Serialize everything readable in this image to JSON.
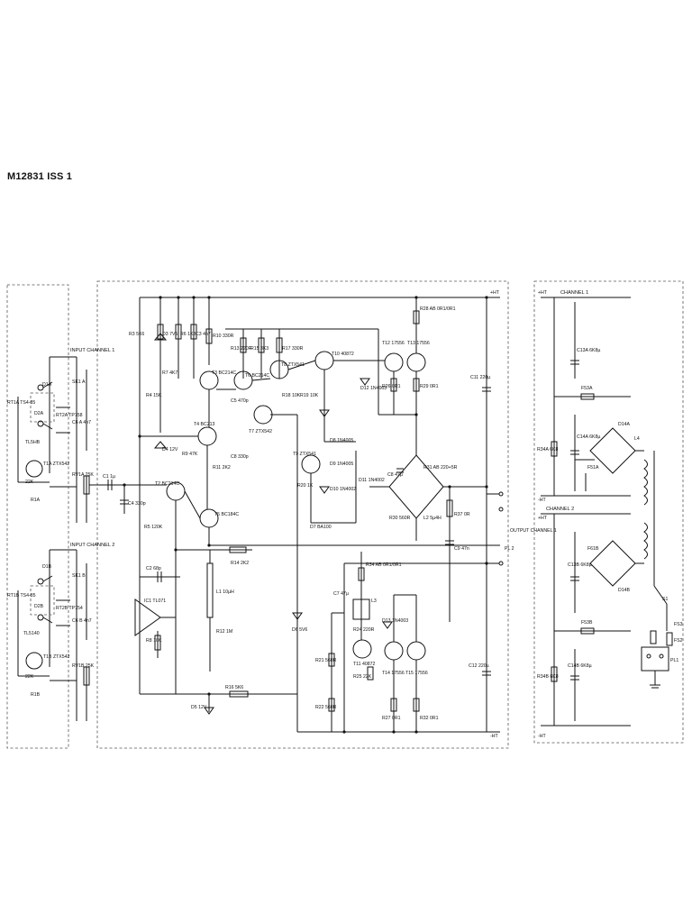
{
  "document": {
    "title": "M12831 ISS 1"
  },
  "rails": {
    "pos": "+HT",
    "neg": "-HT"
  },
  "input_section": {
    "ch1": {
      "heading": "INPUT CHANNEL 1",
      "socket": "SK1 A",
      "capacitor": "C6 A 4n7",
      "volume": "RV1A 25K"
    },
    "ch2": {
      "heading": "INPUT CHANNEL 2",
      "socket": "SK1 B",
      "capacitor": "C6 B 4n7",
      "volume": "RV1B 25K"
    },
    "components": [
      "D1A",
      "D2A",
      "RT1A TS4-85",
      "RT2A TP758",
      "TL5HB",
      "T1A ZTX542",
      "22K",
      "R1A",
      "D1B",
      "D2B",
      "RT1B TS4-85",
      "RT2B TP754",
      "TL5140",
      "T1B ZTX542",
      "22K",
      "R1B"
    ]
  },
  "amplifier": {
    "labels": [
      "R3 5K6",
      "D3 7V5",
      "R6 1K8",
      "R4 15K",
      "R7 4K7",
      "C3 4n7",
      "R10 330R",
      "R13 220R",
      "R15 3K3",
      "R17 330R",
      "T3 BC214C",
      "T6 BC214C",
      "T8 ZTX541",
      "T10 40872",
      "R18 10K",
      "R19 10K",
      "C5 470p",
      "T7 ZTX542",
      "D4 12V",
      "T4 BC213",
      "R9 47K",
      "R11 2K2",
      "C8 330p",
      "T9 ZTX541",
      "R20 1K",
      "D8 1N4005",
      "D9 1N4005",
      "D10 1N4002",
      "D11 1N4002",
      "D7 BA100",
      "C1 1µ",
      "C4 330p",
      "T2 BC214C",
      "T5 BC184C",
      "R5 120K",
      "R14 2K2",
      "C2 68p",
      "L1 10µH",
      "IC1 TL071",
      "R8 10K",
      "R12 1M",
      "R16 5K6",
      "D5 12V",
      "R28 AB 0R1/0R1",
      "T12 17556",
      "T13 17556",
      "R26 0R1",
      "R29 0R1",
      "D12 1N4003",
      "C8 47µ",
      "R31 AB 220+5R",
      "R30 560R",
      "L2 5µ4H",
      "R37 0R",
      "C9 47n",
      "C11 220µ",
      "R34 AB 0R1/0R1",
      "C7 47µ",
      "L3",
      "R24 220R",
      "D13 1N4003",
      "T11 40872",
      "T14 17556",
      "T15 17556",
      "D6 5V6",
      "R21 560R",
      "R25 22K",
      "R22 560R",
      "R27 0R1",
      "R32 0R1",
      "C12 220µ",
      "OUTPUT CHANNEL 1",
      "PL 2"
    ]
  },
  "psu": {
    "ch1": "CHANNEL 1",
    "ch2": "CHANNEL 2",
    "labels": [
      "C13A 6K8µ",
      "F53A",
      "D14A",
      "C14A 6K8µ",
      "F51A",
      "R34A 6K8",
      "L4",
      "F61B",
      "C13B 6K8µ",
      "D14B",
      "F53B",
      "C14B 6K8µ",
      "R34B 6K8",
      "S1",
      "FS3",
      "FS2",
      "PL1"
    ]
  }
}
